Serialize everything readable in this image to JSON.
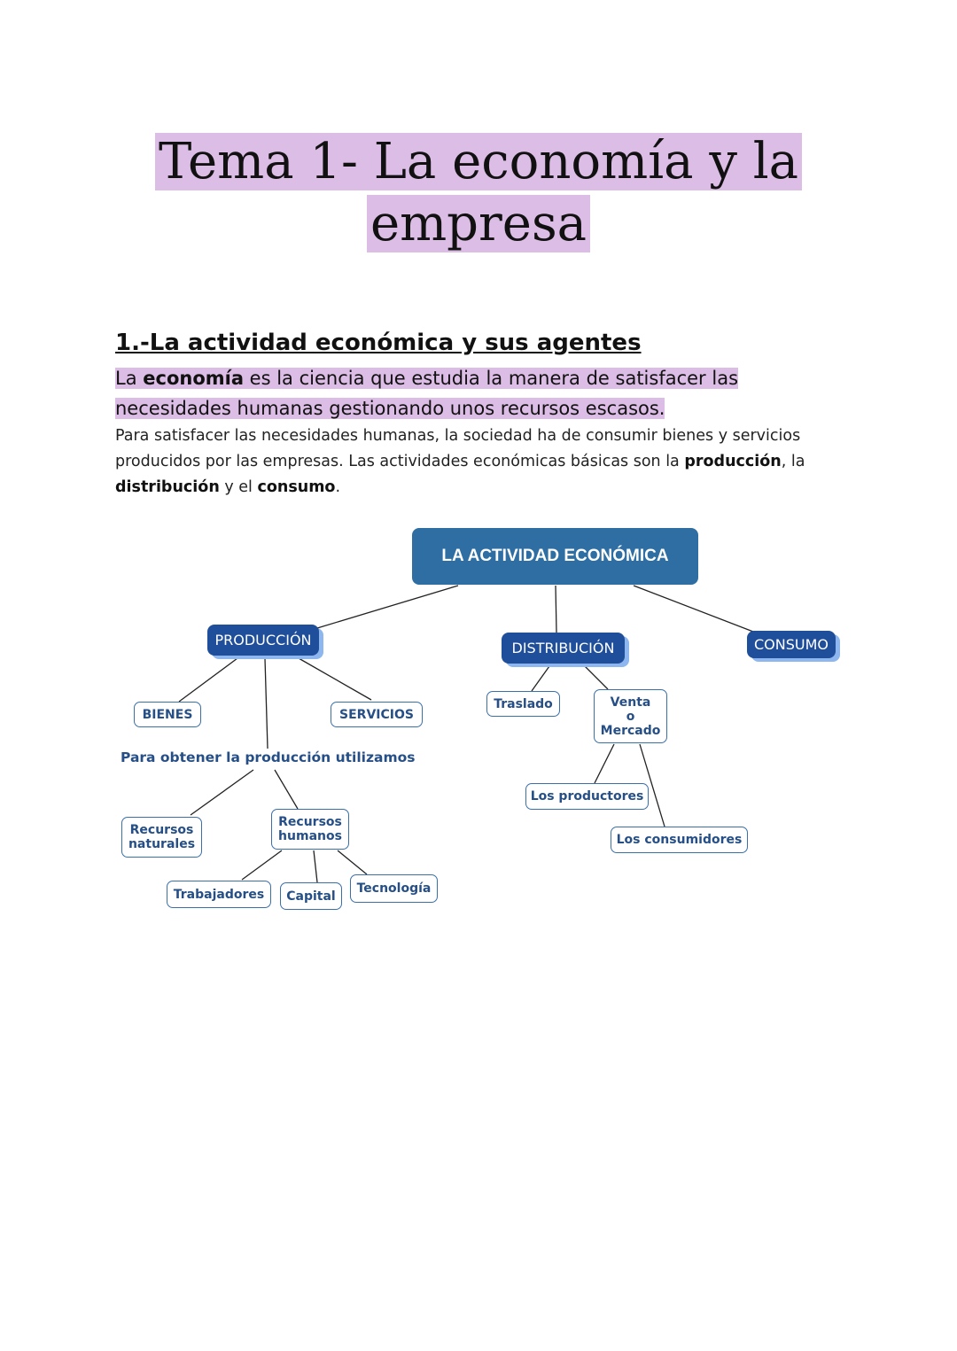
{
  "title": {
    "line1": "Tema 1- La economía y la",
    "line2": "empresa"
  },
  "section": {
    "heading": "1.-La actividad económica y sus agentes",
    "definition": {
      "pre": " La ",
      "bold": "economía",
      "post": " es la ciencia que estudia la manera de satisfacer las necesidades humanas gestionando unos recursos escasos."
    },
    "paragraph": {
      "text1": "Para satisfacer las necesidades humanas, la sociedad ha de consumir bienes y servicios producidos por las empresas. Las actividades económicas básicas son la ",
      "b1": "producción",
      "text2": ", la ",
      "b2": "distribución",
      "text3": " y el ",
      "b3": "consumo",
      "text4": "."
    }
  },
  "diagram": {
    "root": "LA ACTIVIDAD ECONÓMICA",
    "produccion": "PRODUCCIÓN",
    "distribucion": "DISTRIBUCIÓN",
    "consumo": "CONSUMO",
    "bienes": "BIENES",
    "servicios": "SERVICIOS",
    "note": "Para obtener la producción utilizamos",
    "recursos_naturales": {
      "l1": "Recursos",
      "l2": "naturales"
    },
    "recursos_humanos": {
      "l1": "Recursos",
      "l2": "humanos"
    },
    "trabajadores": "Trabajadores",
    "capital": "Capital",
    "tecnologia": "Tecnología",
    "traslado": "Traslado",
    "venta": {
      "l1": "Venta",
      "l2": "o",
      "l3": "Mercado"
    },
    "productores": "Los productores",
    "consumidores": "Los consumidores"
  }
}
